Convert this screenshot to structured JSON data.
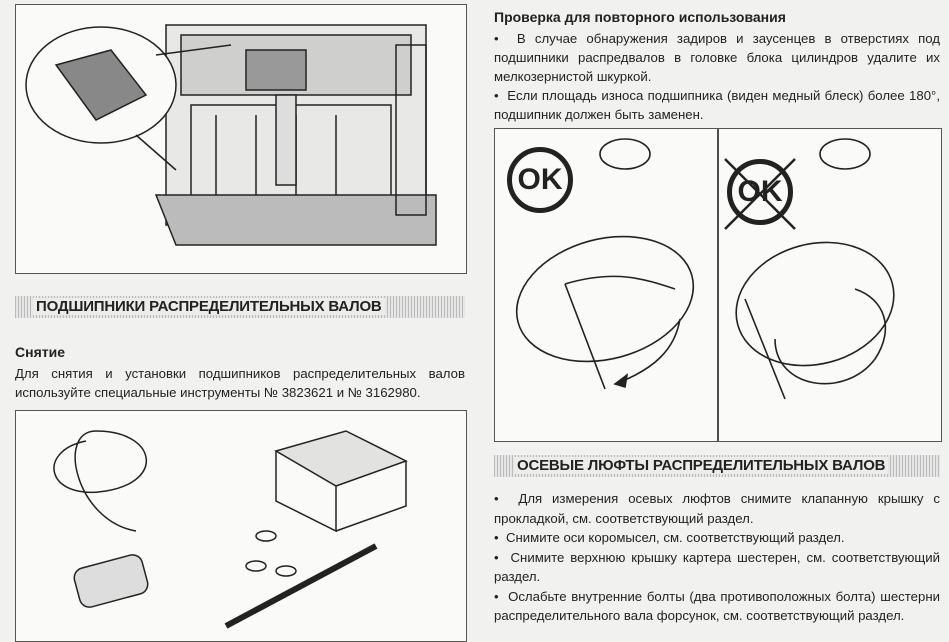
{
  "left": {
    "section_title": "ПОДШИПНИКИ РАСПРЕДЕЛИТЕЛЬНЫХ ВАЛОВ",
    "subsection_title": "Снятие",
    "paragraph": "Для снятия и установки подшипников распределительных валов используйте специальные инструменты № 3823621 и № 3162980."
  },
  "right": {
    "subsection_title": "Проверка для повторного использования",
    "check_bullets": [
      "В случае обнаружения задиров и заусенцев в отверстиях под подшипники распредвалов в головке блока цилиндров удалите их мелкозернистой шкуркой.",
      "Если площадь износа подшипника (виден медный блеск) более 180°, подшипник должен быть заменен."
    ],
    "figure_labels": {
      "ok": "OK",
      "not_ok": "OK"
    },
    "section_title": "ОСЕВЫЕ ЛЮФТЫ РАСПРЕДЕЛИТЕЛЬНЫХ ВАЛОВ",
    "bullets": [
      "Для измерения осевых люфтов снимите клапанную крышку с прокладкой, см. соответствующий раздел.",
      "Снимите оси коромысел, см. соответствующий раздел.",
      "Снимите верхнюю крышку картера шестерен, см. соответствующий раздел.",
      "Ослабьте внутренние болты (два противоположных болта) шестерни распределительного вала форсунок, см. соответствующий раздел."
    ]
  }
}
